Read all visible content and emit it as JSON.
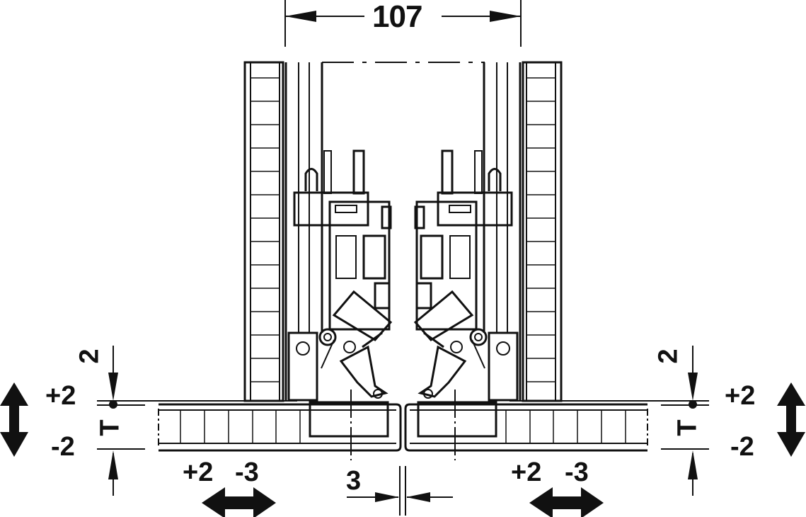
{
  "drawing": {
    "type": "technical dimension drawing",
    "subject": "concealed hinge pair on adjacent panels, adjustment ranges",
    "line_color": "#111111",
    "background": "#ffffff"
  },
  "dimensions": {
    "overall_width": "107",
    "gap": "3",
    "left_offset": "2",
    "right_offset": "2",
    "thickness_symbol": "T"
  },
  "adjustments": {
    "left_vertical": {
      "plus": "+2",
      "minus": "-2",
      "icon": "double-arrow-vertical"
    },
    "right_vertical": {
      "plus": "+2",
      "minus": "-2",
      "icon": "double-arrow-vertical"
    },
    "left_horizontal": {
      "plus": "+2",
      "minus": "-3",
      "icon": "double-arrow-horizontal"
    },
    "right_horizontal": {
      "plus": "+2",
      "minus": "-3",
      "icon": "double-arrow-horizontal"
    }
  }
}
